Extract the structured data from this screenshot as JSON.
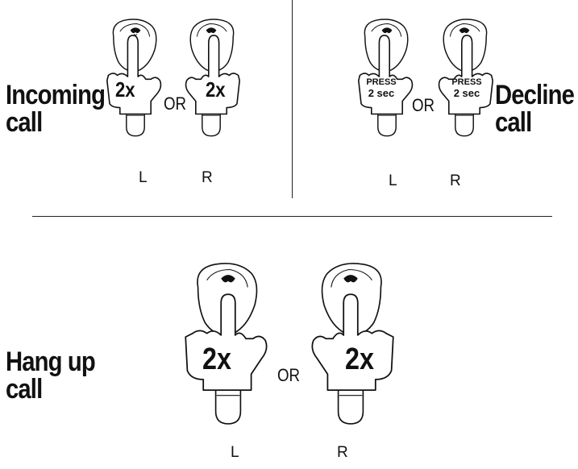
{
  "incoming": {
    "title_line1": "Incoming",
    "title_line2": "call",
    "left_label": "2x",
    "right_label": "2x",
    "or": "OR",
    "L": "L",
    "R": "R"
  },
  "decline": {
    "title_line1": "Decline",
    "title_line2": "call",
    "left_label_top": "PRESS",
    "left_label_bottom": "2 sec",
    "right_label_top": "PRESS",
    "right_label_bottom": "2 sec",
    "or": "OR",
    "L": "L",
    "R": "R"
  },
  "hangup": {
    "title_line1": "Hang up",
    "title_line2": "call",
    "left_label": "2x",
    "right_label": "2x",
    "or": "OR",
    "L": "L",
    "R": "R"
  }
}
